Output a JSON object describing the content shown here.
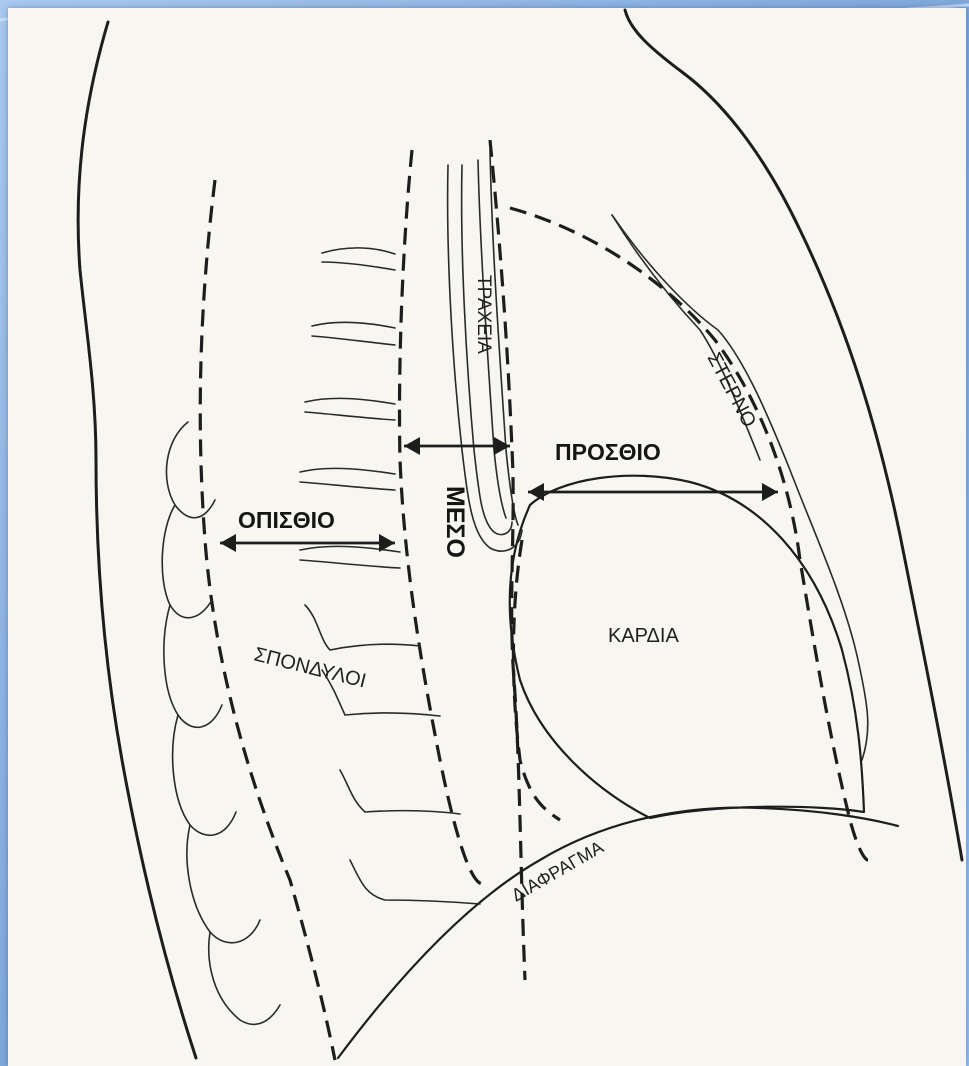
{
  "labels": {
    "trachea": "ΤΡΑΧΕΙΑ",
    "sternum": "ΣΤΕΡΝΟ",
    "anterior": "ΠΡΟΣΘΙΟ",
    "middle": "ΜΕΣΟ",
    "posterior": "ΟΠΙΣΘΙΟ",
    "heart": "ΚΑΡΔΙΑ",
    "vertebrae": "ΣΠΟΝΔΥΛΟΙ",
    "diaphragm": "ΔΙΑΦΡΑΓΜΑ"
  },
  "colors": {
    "background": "#8fb6e2",
    "paper": "#f7f6f1",
    "ink": "#1d1d1d"
  }
}
